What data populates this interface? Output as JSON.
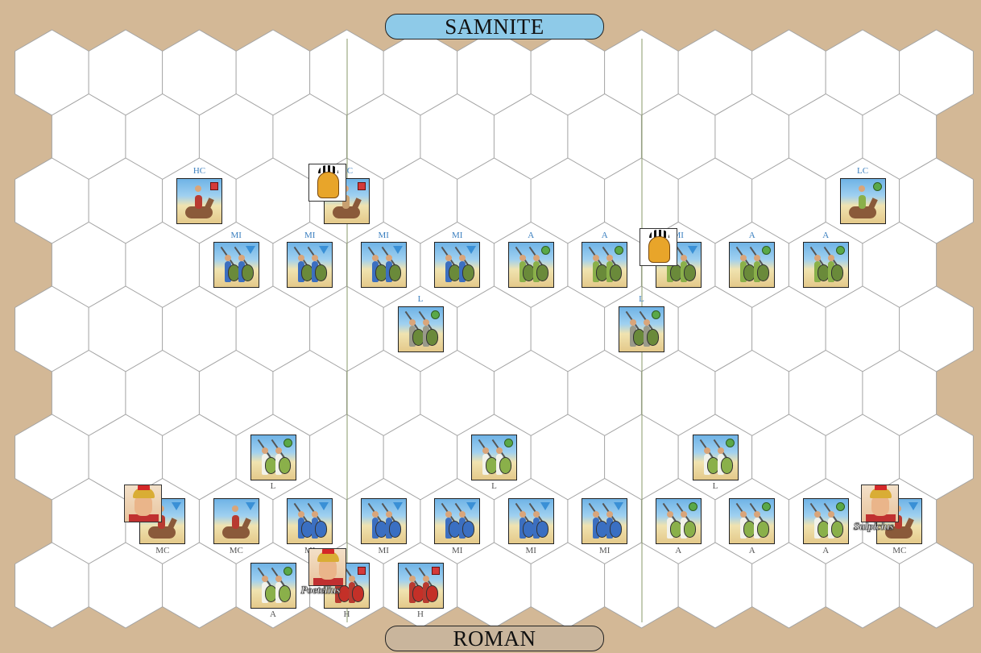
{
  "banners": {
    "top": "SAMNITE",
    "bottom": "ROMAN"
  },
  "colors": {
    "board_bg": "#d3b896",
    "hex_fill": "#ffffff",
    "hex_line": "#a4a4a4",
    "top_banner": "#8ecae8",
    "bottom_banner": "#c9b59c",
    "division_line": "#8a9a6a"
  },
  "board": {
    "rows": 9,
    "cols_even_row": 13,
    "cols_odd_row": 12
  },
  "units": [
    {
      "side": "samnite",
      "type": "cavalry",
      "code": "HC",
      "col": 2,
      "row": 2,
      "marker": "square",
      "tone": "red"
    },
    {
      "side": "samnite",
      "type": "cavalry",
      "code": "HC",
      "col": 4,
      "row": 2,
      "marker": "square",
      "tone": "tan"
    },
    {
      "side": "samnite",
      "type": "cavalry",
      "code": "LC",
      "col": 11,
      "row": 2,
      "marker": "dot",
      "tone": "green"
    },
    {
      "side": "samnite",
      "type": "infantry",
      "code": "MI",
      "col": 2,
      "row": 3,
      "marker": "triangle",
      "tone": "blue"
    },
    {
      "side": "samnite",
      "type": "infantry",
      "code": "MI",
      "col": 3,
      "row": 3,
      "marker": "triangle",
      "tone": "blue"
    },
    {
      "side": "samnite",
      "type": "infantry",
      "code": "MI",
      "col": 4,
      "row": 3,
      "marker": "triangle",
      "tone": "blue"
    },
    {
      "side": "samnite",
      "type": "infantry",
      "code": "MI",
      "col": 5,
      "row": 3,
      "marker": "triangle",
      "tone": "blue"
    },
    {
      "side": "samnite",
      "type": "infantry",
      "code": "A",
      "col": 6,
      "row": 3,
      "marker": "dot",
      "tone": "green"
    },
    {
      "side": "samnite",
      "type": "infantry",
      "code": "A",
      "col": 7,
      "row": 3,
      "marker": "dot",
      "tone": "green"
    },
    {
      "side": "samnite",
      "type": "infantry",
      "code": "MI",
      "col": 8,
      "row": 3,
      "marker": "triangle",
      "tone": "green"
    },
    {
      "side": "samnite",
      "type": "infantry",
      "code": "A",
      "col": 9,
      "row": 3,
      "marker": "dot",
      "tone": "green"
    },
    {
      "side": "samnite",
      "type": "infantry",
      "code": "A",
      "col": 10,
      "row": 3,
      "marker": "dot",
      "tone": "green"
    },
    {
      "side": "samnite",
      "type": "infantry",
      "code": "L",
      "col": 5,
      "row": 4,
      "marker": "dot",
      "tone": "grey"
    },
    {
      "side": "samnite",
      "type": "infantry",
      "code": "L",
      "col": 8,
      "row": 4,
      "marker": "dot",
      "tone": "grey"
    },
    {
      "side": "roman",
      "type": "infantry",
      "code": "L",
      "col": 3,
      "row": 6,
      "marker": "dot",
      "tone": "white"
    },
    {
      "side": "roman",
      "type": "infantry",
      "code": "L",
      "col": 6,
      "row": 6,
      "marker": "dot",
      "tone": "white"
    },
    {
      "side": "roman",
      "type": "infantry",
      "code": "L",
      "col": 9,
      "row": 6,
      "marker": "dot",
      "tone": "white"
    },
    {
      "side": "roman",
      "type": "cavalry",
      "code": "MC",
      "col": 1,
      "row": 7,
      "marker": "triangle",
      "tone": "red"
    },
    {
      "side": "roman",
      "type": "cavalry",
      "code": "MC",
      "col": 2,
      "row": 7,
      "marker": "triangle",
      "tone": "red"
    },
    {
      "side": "roman",
      "type": "infantry",
      "code": "MI",
      "col": 3,
      "row": 7,
      "marker": "triangle",
      "tone": "shield"
    },
    {
      "side": "roman",
      "type": "infantry",
      "code": "MI",
      "col": 4,
      "row": 7,
      "marker": "triangle",
      "tone": "shield"
    },
    {
      "side": "roman",
      "type": "infantry",
      "code": "MI",
      "col": 5,
      "row": 7,
      "marker": "triangle",
      "tone": "shield"
    },
    {
      "side": "roman",
      "type": "infantry",
      "code": "MI",
      "col": 6,
      "row": 7,
      "marker": "triangle",
      "tone": "shield"
    },
    {
      "side": "roman",
      "type": "infantry",
      "code": "MI",
      "col": 7,
      "row": 7,
      "marker": "triangle",
      "tone": "shield"
    },
    {
      "side": "roman",
      "type": "infantry",
      "code": "A",
      "col": 8,
      "row": 7,
      "marker": "dot",
      "tone": "white"
    },
    {
      "side": "roman",
      "type": "infantry",
      "code": "A",
      "col": 9,
      "row": 7,
      "marker": "dot",
      "tone": "white"
    },
    {
      "side": "roman",
      "type": "infantry",
      "code": "A",
      "col": 10,
      "row": 7,
      "marker": "dot",
      "tone": "white"
    },
    {
      "side": "roman",
      "type": "cavalry",
      "code": "MC",
      "col": 11,
      "row": 7,
      "marker": "triangle",
      "tone": "red"
    },
    {
      "side": "roman",
      "type": "infantry",
      "code": "A",
      "col": 3,
      "row": 8,
      "marker": "dot",
      "tone": "white"
    },
    {
      "side": "roman",
      "type": "infantry",
      "code": "H",
      "col": 4,
      "row": 8,
      "marker": "square",
      "tone": "red"
    },
    {
      "side": "roman",
      "type": "infantry",
      "code": "H",
      "col": 5,
      "row": 8,
      "marker": "square",
      "tone": "red"
    }
  ],
  "leaders": [
    {
      "side": "samnite",
      "col": 4,
      "row": 2,
      "name": ""
    },
    {
      "side": "samnite",
      "col": 8,
      "row": 3,
      "name": ""
    },
    {
      "side": "roman",
      "col": 1,
      "row": 7,
      "name": ""
    },
    {
      "side": "roman",
      "col": 11,
      "row": 7,
      "name": "Sulpicius"
    },
    {
      "side": "roman",
      "col": 4,
      "row": 8,
      "name": "Poetelius"
    }
  ]
}
